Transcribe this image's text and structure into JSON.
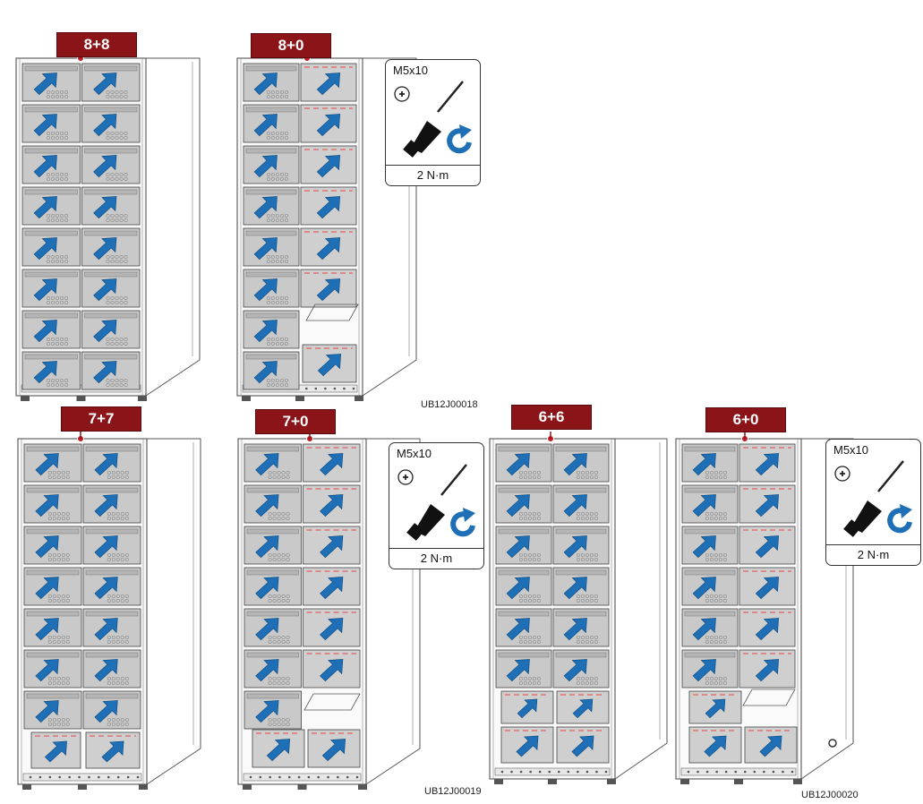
{
  "configurations": [
    {
      "label": "8+8"
    },
    {
      "label": "8+0"
    },
    {
      "label": "7+7"
    },
    {
      "label": "7+0"
    },
    {
      "label": "6+6"
    },
    {
      "label": "6+0"
    }
  ],
  "tool_cards": [
    {
      "screw": "M5x10",
      "torque": "2 N·m",
      "icons": [
        "phillips-head-icon",
        "screwdriver-icon",
        "clockwise-rotation-icon"
      ]
    },
    {
      "screw": "M5x10",
      "torque": "2 N·m",
      "icons": [
        "phillips-head-icon",
        "screwdriver-icon",
        "clockwise-rotation-icon"
      ]
    },
    {
      "screw": "M5x10",
      "torque": "2 N·m",
      "icons": [
        "phillips-head-icon",
        "screwdriver-icon",
        "clockwise-rotation-icon"
      ]
    }
  ],
  "figure_codes": [
    "UB12J00018",
    "UB12J00019",
    "UB12J00020"
  ],
  "colors": {
    "badge": "#8b1418",
    "arrow": "#1e6fb5",
    "battery": "#c9c9c9",
    "cabinet_line": "#555555"
  }
}
